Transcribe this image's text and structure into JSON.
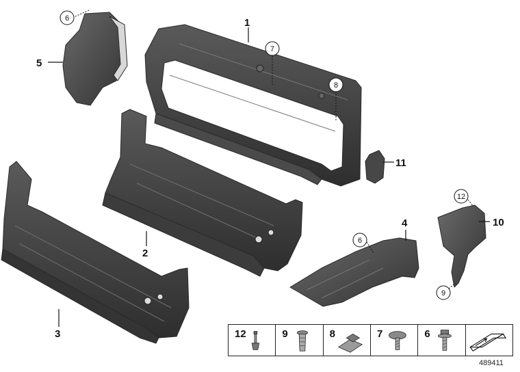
{
  "callouts": {
    "p1": "1",
    "p2": "2",
    "p3": "3",
    "p4": "4",
    "p5": "5",
    "c6a": "6",
    "c7": "7",
    "c8": "8",
    "c6b": "6",
    "c9": "9",
    "p10": "10",
    "p11": "11",
    "c12": "12"
  },
  "legend": {
    "items": [
      {
        "label": "12",
        "icon": "rivet-icon"
      },
      {
        "label": "9",
        "icon": "expanding-rivet-icon"
      },
      {
        "label": "8",
        "icon": "clip-nut-icon"
      },
      {
        "label": "7",
        "icon": "flat-head-screw-icon"
      },
      {
        "label": "6",
        "icon": "push-fastener-icon"
      }
    ],
    "arrow_icon": "direction-arrow-icon"
  },
  "reference_number": "489411",
  "colors": {
    "part_dark": "#3a3a3a",
    "part_mid": "#505050",
    "part_light": "#6e6e6e",
    "line": "#111111"
  }
}
